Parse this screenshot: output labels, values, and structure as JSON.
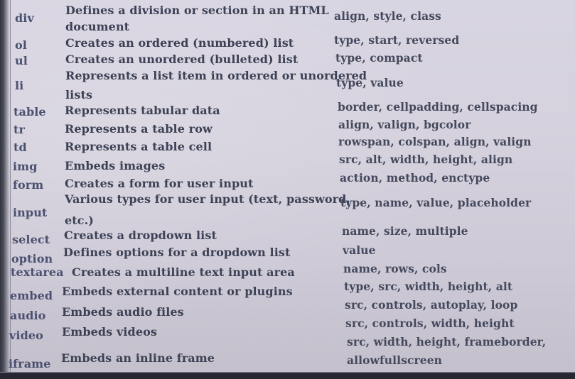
{
  "rows": [
    {
      "tag": "div",
      "desc": [
        "Defines a division or section in an HTML",
        "document"
      ],
      "attrs": [
        "align, style, class"
      ]
    },
    {
      "tag": "ol",
      "desc": [
        "Creates an ordered (numbered) list"
      ],
      "attrs": [
        "type, start, reversed"
      ]
    },
    {
      "tag": "ul",
      "desc": [
        "Creates an unordered (bulleted) list"
      ],
      "attrs": [
        "type, compact"
      ]
    },
    {
      "tag": "li",
      "desc": [
        "Represents a list item in ordered or unordered",
        "lists"
      ],
      "attrs": [
        "type, value"
      ]
    },
    {
      "tag": "table",
      "desc": [
        "Represents tabular data"
      ],
      "attrs": [
        "border, cellpadding, cellspacing"
      ]
    },
    {
      "tag": "tr",
      "desc": [
        "Represents a table row"
      ],
      "attrs": [
        "align, valign, bgcolor"
      ]
    },
    {
      "tag": "td",
      "desc": [
        "Represents a table cell"
      ],
      "attrs": [
        "rowspan, colspan, align, valign"
      ]
    },
    {
      "tag": "img",
      "desc": [
        "Embeds images"
      ],
      "attrs": [
        "src, alt, width, height, align"
      ]
    },
    {
      "tag": "form",
      "desc": [
        "Creates a form for user input"
      ],
      "attrs": [
        "action, method, enctype"
      ]
    },
    {
      "tag": "input",
      "desc": [
        "Various types for user input (text, password,",
        "etc.)"
      ],
      "attrs": [
        "type, name, value, placeholder"
      ]
    },
    {
      "tag": "select",
      "desc": [
        "Creates a dropdown list"
      ],
      "attrs": [
        "name, size, multiple"
      ]
    },
    {
      "tag": "option",
      "desc": [
        "Defines options for a dropdown list"
      ],
      "attrs": [
        "value"
      ]
    },
    {
      "tag": "textarea",
      "desc": [
        "Creates a multiline text input area"
      ],
      "attrs": [
        "name, rows, cols"
      ]
    },
    {
      "tag": "embed",
      "desc": [
        "Embeds external content or plugins"
      ],
      "attrs": [
        "type, src, width, height, alt"
      ]
    },
    {
      "tag": "audio",
      "desc": [
        "Embeds audio files"
      ],
      "attrs": [
        "src, controls, autoplay, loop"
      ]
    },
    {
      "tag": "video",
      "desc": [
        "Embeds videos"
      ],
      "attrs": [
        "src, controls, width, height"
      ]
    },
    {
      "tag": "iframe",
      "desc": [
        "Embeds an inline frame"
      ],
      "attrs": [
        "src, width, height, frameborder,",
        "allowfullscreen"
      ]
    }
  ]
}
